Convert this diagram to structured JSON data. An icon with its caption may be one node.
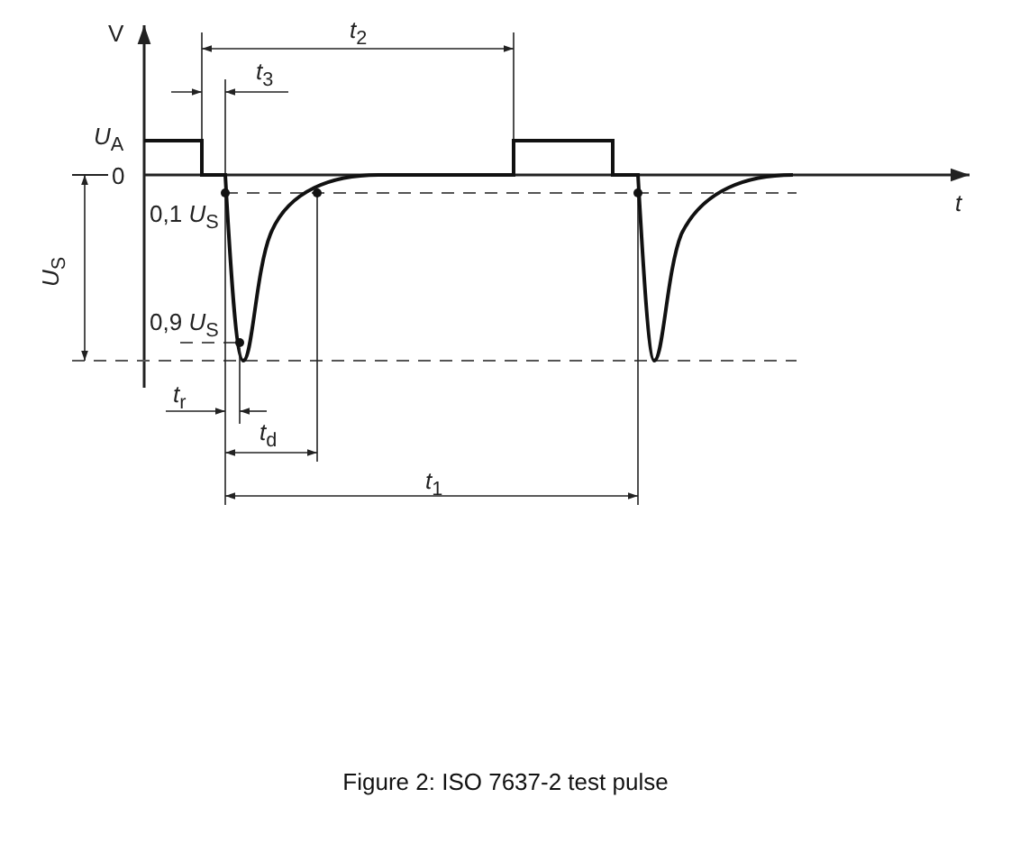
{
  "diagram": {
    "caption": "Figure 2: ISO 7637-2 test pulse",
    "labels": [
      "V",
      "*t*$_{2}$",
      "*t*$_{3}$",
      "*U*$_{A}$",
      "0",
      "*t*",
      "0,1 *U*$_{S}$",
      "*U*$_{S}$",
      "0,9 *U*$_{S}$",
      "*t*$_{r}$",
      "*t*$_{d}$",
      "*t*$_{1}$"
    ]
  }
}
